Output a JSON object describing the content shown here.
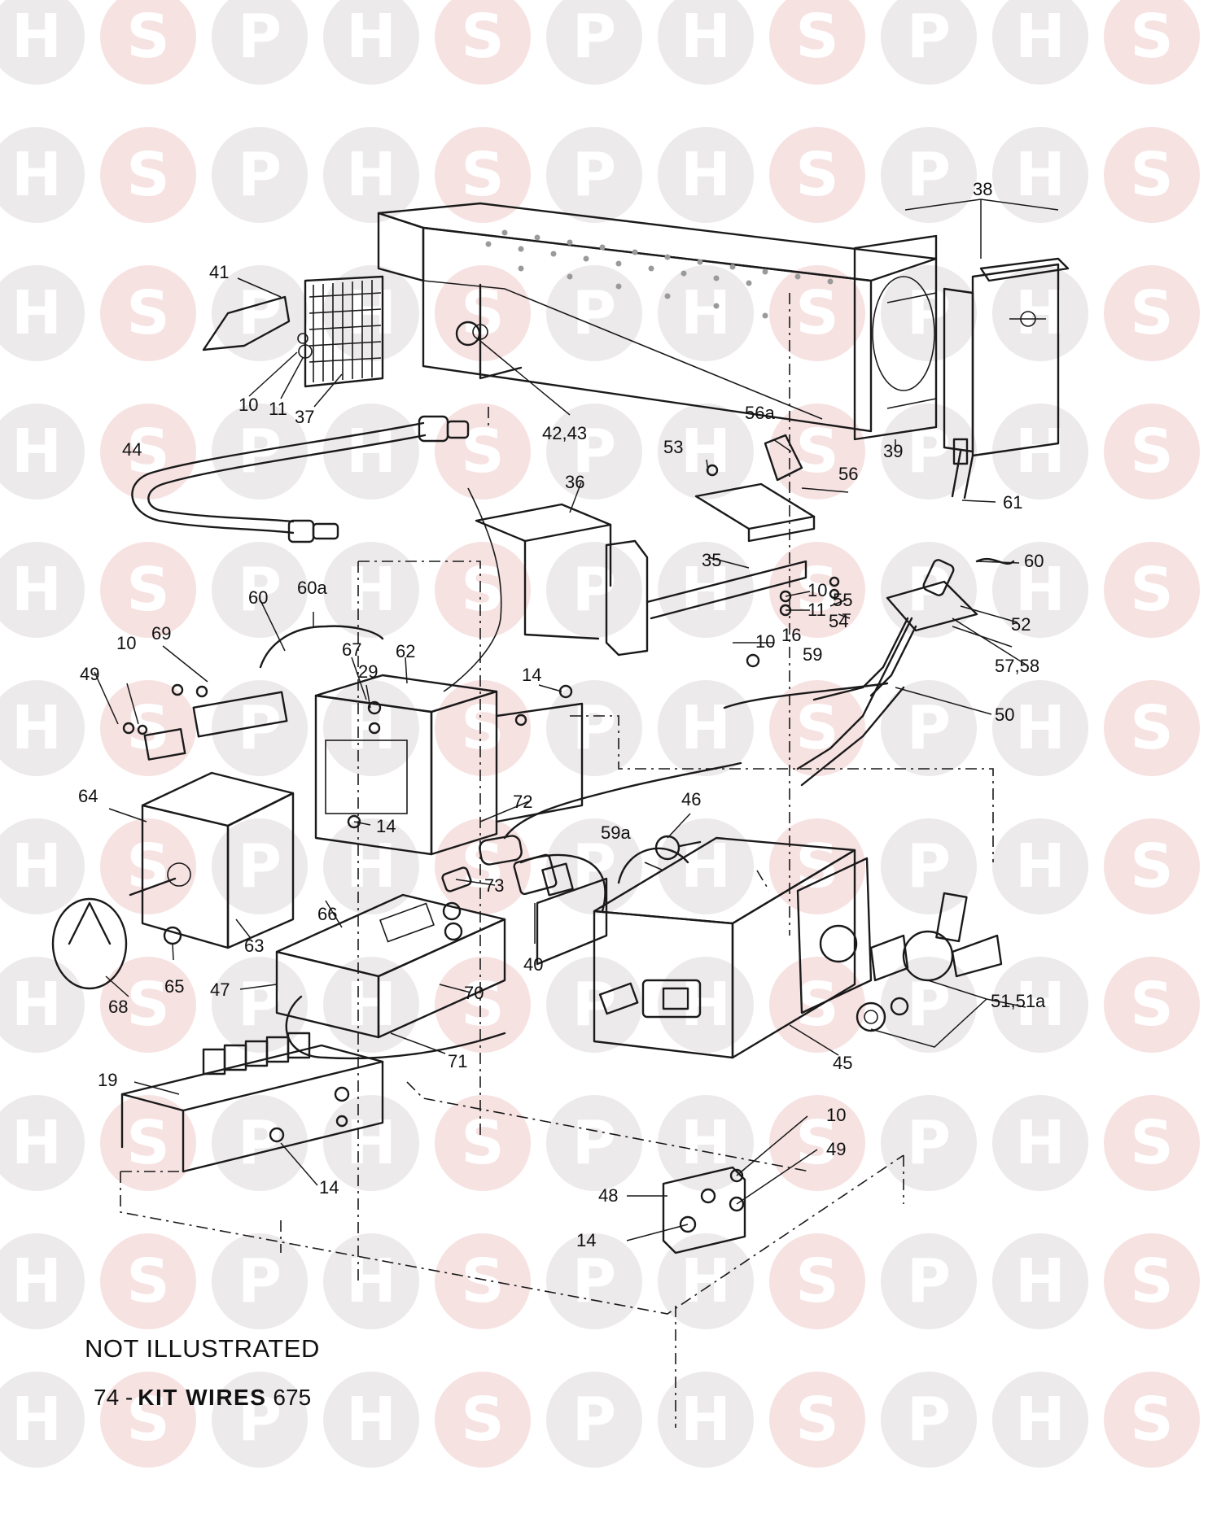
{
  "watermark": {
    "letters": [
      "H",
      "S",
      "P"
    ],
    "colors": {
      "h": "#eceaea",
      "s": "#f7e2e2",
      "p": "#eceaea"
    }
  },
  "callouts": {
    "c38": "38",
    "c41": "41",
    "c10a": "10",
    "c11a": "11",
    "c37": "37",
    "c4243": "42,43",
    "c39": "39",
    "c56a": "56a",
    "c53": "53",
    "c56": "56",
    "c44": "44",
    "c36": "36",
    "c61": "61",
    "c60a": "60",
    "c35": "35",
    "c10b": "10",
    "c11b": "11",
    "c55": "55",
    "c52": "52",
    "c54": "54",
    "c5758": "57,58",
    "c16": "16",
    "c10c": "10",
    "c59": "59",
    "c50": "50",
    "c60b": "60",
    "c60a2": "60a",
    "c69": "69",
    "c49a": "49",
    "c10d": "10",
    "c67": "67",
    "c62": "62",
    "c29": "29",
    "c14a": "14",
    "c64": "64",
    "c72": "72",
    "c46": "46",
    "c14b": "14",
    "c59a": "59a",
    "c73": "73",
    "c66": "66",
    "c40": "40",
    "c63": "63",
    "c65": "65",
    "c68": "68",
    "c47": "47",
    "c70": "70",
    "c5151a": "51,51a",
    "c45": "45",
    "c71": "71",
    "c19": "19",
    "c10e": "10",
    "c49b": "49",
    "c48": "48",
    "c14c": "14",
    "c14d": "14"
  },
  "note": {
    "heading": "NOT  ILLUSTRATED",
    "kit_number": "74 -",
    "kit_name": "KIT WIRES",
    "kit_code": "675"
  },
  "colors": {
    "ink": "#1a1a1a",
    "paper": "#ffffff"
  }
}
